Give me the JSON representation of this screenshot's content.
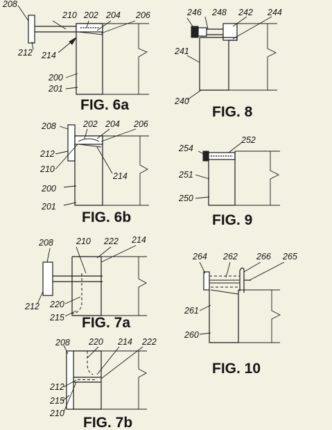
{
  "figures": {
    "fig6a": {
      "caption": "FIG. 6a",
      "labels": [
        "208",
        "210",
        "202",
        "204",
        "206",
        "212",
        "214",
        "200",
        "201"
      ]
    },
    "fig6b": {
      "caption": "FIG. 6b",
      "labels": [
        "208",
        "202",
        "204",
        "206",
        "212",
        "210",
        "214",
        "200",
        "201"
      ]
    },
    "fig7a": {
      "caption": "FIG. 7a",
      "labels": [
        "208",
        "210",
        "222",
        "214",
        "212",
        "220",
        "215"
      ]
    },
    "fig7b": {
      "caption": "FIG. 7b",
      "labels": [
        "208",
        "220",
        "214",
        "222",
        "212",
        "215",
        "210"
      ]
    },
    "fig8": {
      "caption": "FIG. 8",
      "labels": [
        "246",
        "248",
        "242",
        "244",
        "241",
        "240"
      ]
    },
    "fig9": {
      "caption": "FIG. 9",
      "labels": [
        "254",
        "252",
        "251",
        "250"
      ]
    },
    "fig10": {
      "caption": "FIG. 10",
      "labels": [
        "264",
        "262",
        "266",
        "265",
        "261",
        "260"
      ]
    }
  }
}
